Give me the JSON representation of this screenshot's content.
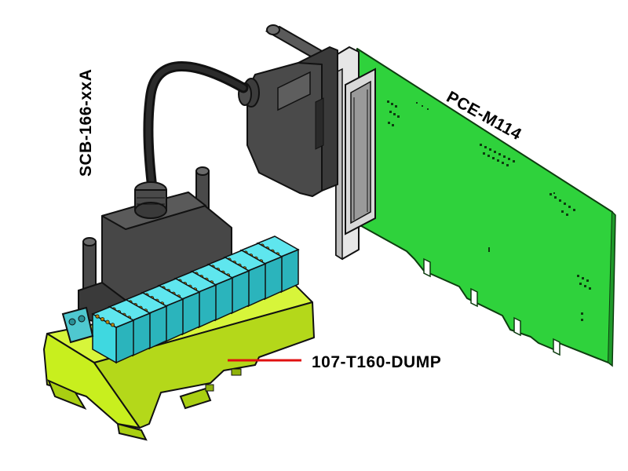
{
  "labels": {
    "cable": "SCB-166-xxA",
    "card": "PCE-M114",
    "terminal_board": "107-T160-DUMP"
  },
  "colors": {
    "pcb_green": "#2fd23c",
    "bracket_silver": "#e6e6e6",
    "connector_gray": "#4a4a4a",
    "cable_black": "#1a1a1a",
    "terminal_cyan": "#3fd8e0",
    "din_rail_yellow": "#c8ef1e",
    "pointer_red": "#e01010"
  }
}
